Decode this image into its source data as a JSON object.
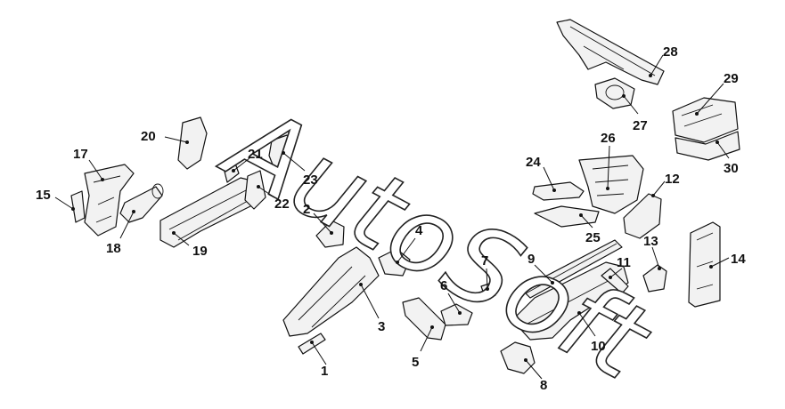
{
  "watermark": "AutoSoft",
  "parts": [
    {
      "n": "1"
    },
    {
      "n": "2"
    },
    {
      "n": "3"
    },
    {
      "n": "4"
    },
    {
      "n": "5"
    },
    {
      "n": "6"
    },
    {
      "n": "7"
    },
    {
      "n": "8"
    },
    {
      "n": "9"
    },
    {
      "n": "10"
    },
    {
      "n": "11"
    },
    {
      "n": "12"
    },
    {
      "n": "13"
    },
    {
      "n": "14"
    },
    {
      "n": "15"
    },
    {
      "n": "17"
    },
    {
      "n": "18"
    },
    {
      "n": "19"
    },
    {
      "n": "20"
    },
    {
      "n": "21"
    },
    {
      "n": "22"
    },
    {
      "n": "23"
    },
    {
      "n": "24"
    },
    {
      "n": "25"
    },
    {
      "n": "26"
    },
    {
      "n": "27"
    },
    {
      "n": "28"
    },
    {
      "n": "29"
    },
    {
      "n": "30"
    }
  ]
}
